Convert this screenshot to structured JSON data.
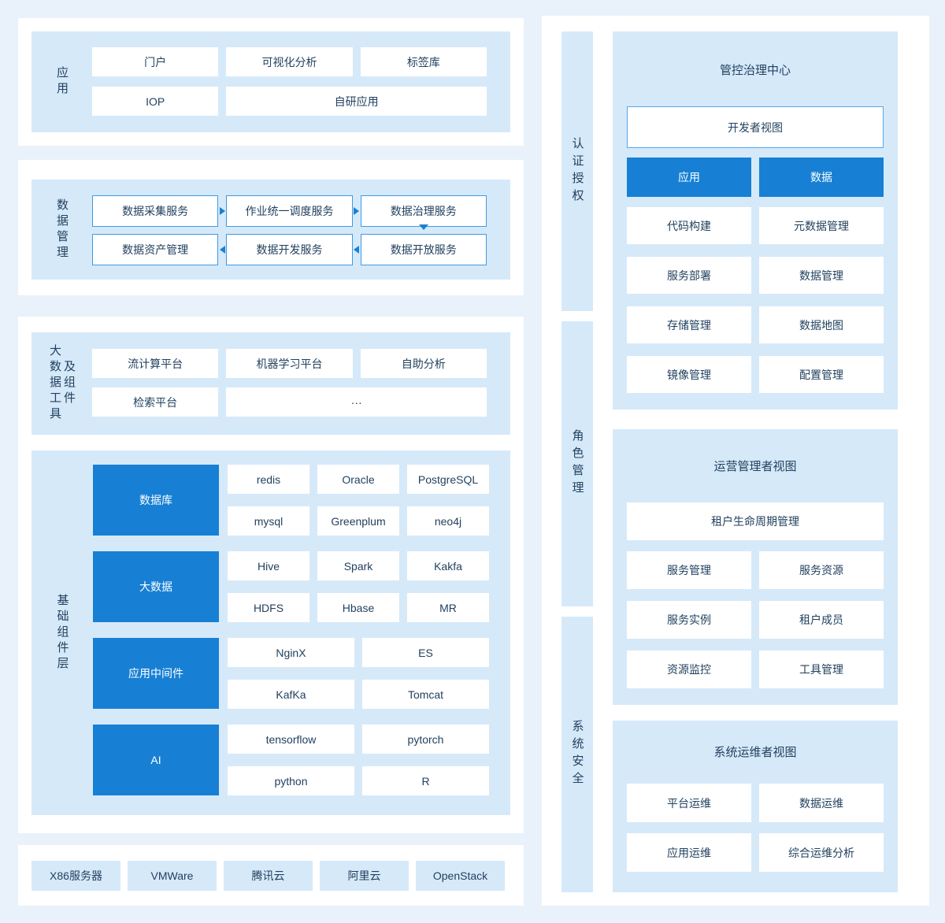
{
  "colors": {
    "page_bg": "#e9f1fa",
    "panel_bg": "#d6e9f9",
    "accent_blue": "#1780d4",
    "box_border_blue": "#3e9ae6",
    "text_dark": "#22415f"
  },
  "left": {
    "app": {
      "label": "应用",
      "row1": [
        "门户",
        "可视化分析",
        "标签库"
      ],
      "row2": [
        "IOP",
        "自研应用"
      ]
    },
    "data_mgmt": {
      "label": "数据管理",
      "row1": [
        "数据采集服务",
        "作业统一调度服务",
        "数据治理服务"
      ],
      "row2": [
        "数据资产管理",
        "数据开发服务",
        "数据开放服务"
      ]
    },
    "bigdata_tools": {
      "label_line1": "大数据工具",
      "label_line2": "及组件",
      "row1": [
        "流计算平台",
        "机器学习平台",
        "自助分析"
      ],
      "row2": [
        "检索平台",
        "···"
      ]
    },
    "base_layer": {
      "label": "基础组件层",
      "groups": [
        {
          "name": "数据库",
          "items": [
            "redis",
            "Oracle",
            "PostgreSQL",
            "mysql",
            "Greenplum",
            "neo4j"
          ]
        },
        {
          "name": "大数据",
          "items": [
            "Hive",
            "Spark",
            "Kakfa",
            "HDFS",
            "Hbase",
            "MR"
          ]
        },
        {
          "name": "应用中间件",
          "items": [
            "NginX",
            "ES",
            "KafKa",
            "Tomcat"
          ]
        },
        {
          "name": "AI",
          "items": [
            "tensorflow",
            "pytorch",
            "python",
            "R"
          ]
        }
      ]
    },
    "infra": {
      "items": [
        "X86服务器",
        "VMWare",
        "腾讯云",
        "阿里云",
        "OpenStack"
      ]
    }
  },
  "security_bars": [
    "认证授权",
    "角色管理",
    "系统安全"
  ],
  "right": {
    "gov_center": {
      "title": "管控治理中心",
      "view_label": "开发者视图",
      "tabs": [
        "应用",
        "数据"
      ],
      "rows": [
        [
          "代码构建",
          "元数据管理"
        ],
        [
          "服务部署",
          "数据管理"
        ],
        [
          "存储管理",
          "数据地图"
        ],
        [
          "镜像管理",
          "配置管理"
        ]
      ]
    },
    "ops_view": {
      "title": "运营管理者视图",
      "full_width": "租户生命周期管理",
      "rows": [
        [
          "服务管理",
          "服务资源"
        ],
        [
          "服务实例",
          "租户成员"
        ],
        [
          "资源监控",
          "工具管理"
        ]
      ]
    },
    "sys_view": {
      "title": "系统运维者视图",
      "rows": [
        [
          "平台运维",
          "数据运维"
        ],
        [
          "应用运维",
          "综合运维分析"
        ]
      ]
    }
  }
}
